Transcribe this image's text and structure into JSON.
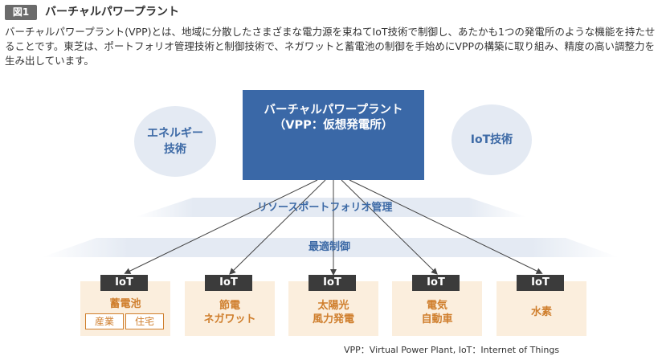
{
  "header": {
    "badge": "図1",
    "title": "バーチャルパワープラント"
  },
  "description": "バーチャルパワープラント(VPP)とは、地域に分散したさまざまな電力源を束ねてIoT技術で制御し、あたかも1つの発電所のような機能を持たせることです。東芝は、ポートフォリオ管理技術と制御技術で、ネガワットと蓄電池の制御を手始めにVPPの構築に取り組み、精度の高い調整力を生み出しています。",
  "diagram": {
    "left_circle": "エネルギー\n技術",
    "right_circle": "IoT技術",
    "vpp_title": "バーチャルパワープラント\n（VPP：仮想発電所）",
    "band_upper": "リソースポートフォリオ管理",
    "band_lower": "最適制御",
    "iot_tag": "IoT",
    "nodes": [
      {
        "label": "蓄電池",
        "subs": [
          "産業",
          "住宅"
        ]
      },
      {
        "label": "節電\nネガワット"
      },
      {
        "label": "太陽光\n風力発電"
      },
      {
        "label": "電気\n自動車"
      },
      {
        "label": "水素"
      }
    ],
    "colors": {
      "blue": "#3a68a7",
      "light_blue": "#e4eaf3",
      "orange": "#cf7e2c",
      "peach": "#fbeedd",
      "dark": "#3b3b3b"
    }
  },
  "footnote": "VPP：Virtual Power Plant, IoT：Internet of Things"
}
